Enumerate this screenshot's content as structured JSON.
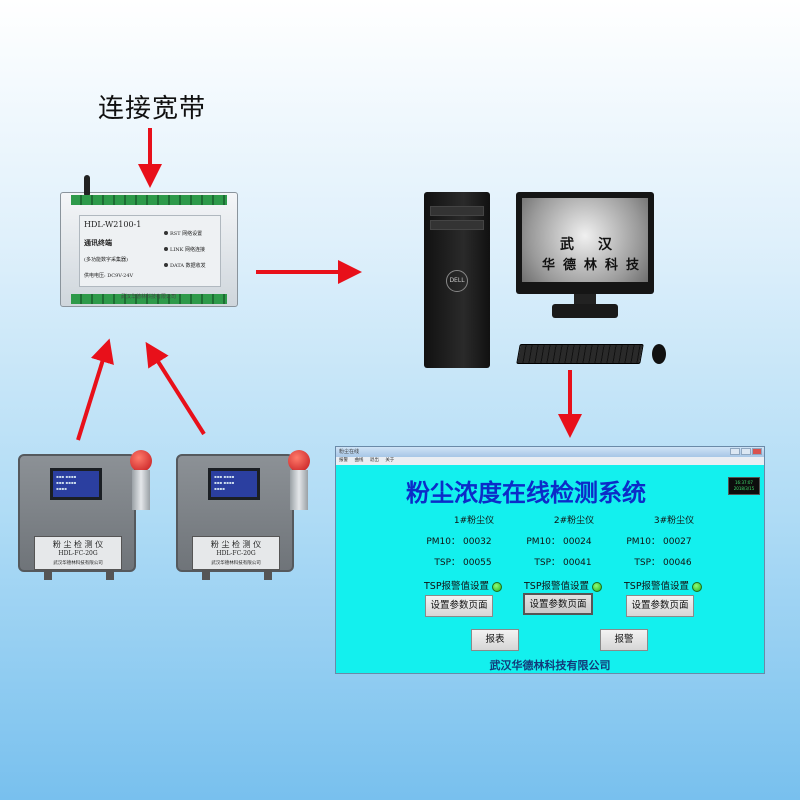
{
  "labels": {
    "broadband": "连接宽带"
  },
  "gateway": {
    "model": "HDL-W2100-1",
    "name": "通讯终端",
    "subtitle": "(多功能数字采集器)",
    "power": "供电电压: DC9V-24V",
    "ind_1": "RST 网络设置",
    "ind_2": "LINK 网络连接",
    "ind_3": "DATA 数据收发",
    "footer": "武汉华德林科技有限公司"
  },
  "sensors": [
    {
      "plate_name": "粉 尘 检 测 仪",
      "plate_model": "HDL-FC-20G",
      "plate_company": "武汉华德林科技有限公司"
    },
    {
      "plate_name": "粉 尘 检 测 仪",
      "plate_model": "HDL-FC-20G",
      "plate_company": "武汉华德林科技有限公司"
    }
  ],
  "computer": {
    "screen_line1": "武汉",
    "screen_line2": "华德林科技",
    "brand": "DELL"
  },
  "app": {
    "window_title": "粉尘在线",
    "menu": [
      "报警",
      "曲线",
      "退出",
      "关于"
    ],
    "title": "粉尘浓度在线检测系统",
    "clock_time": "16:37:07",
    "clock_date": "2018/3/15",
    "instruments": [
      {
        "name": "1#粉尘仪",
        "pm10_label": "PM10：",
        "pm10": "00032",
        "tsp_label": "TSP：",
        "tsp": "00055",
        "alarm_label": "TSP报警值设置",
        "button": "设置参数页面"
      },
      {
        "name": "2#粉尘仪",
        "pm10_label": "PM10：",
        "pm10": "00024",
        "tsp_label": "TSP：",
        "tsp": "00041",
        "alarm_label": "TSP报警值设置",
        "button": "设置参数页面"
      },
      {
        "name": "3#粉尘仪",
        "pm10_label": "PM10：",
        "pm10": "00027",
        "tsp_label": "TSP：",
        "tsp": "00046",
        "alarm_label": "TSP报警值设置",
        "button": "设置参数页面"
      }
    ],
    "report_button": "报表",
    "alarm_button": "报警",
    "company": "武汉华德林科技有限公司"
  },
  "colors": {
    "arrow": "#e8101a",
    "app_bg": "#13f0ee",
    "title": "#0c2cc8"
  }
}
